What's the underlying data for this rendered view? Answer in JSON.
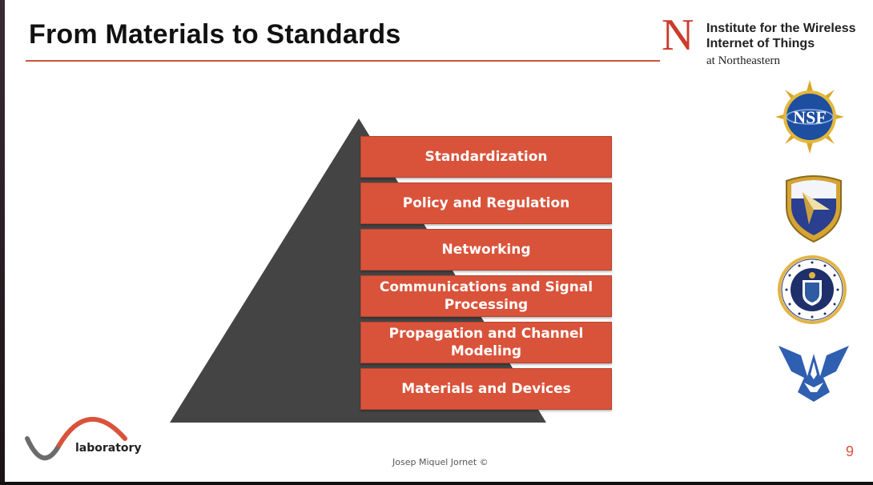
{
  "slide": {
    "title": "From Materials to Standards",
    "page_number": "9",
    "footer": "Josep Miquel Jornet ©"
  },
  "institute": {
    "logo_letter": "N",
    "line1": "Institute for the Wireless",
    "line2": "Internet of Things",
    "sub": "at Northeastern"
  },
  "pyramid_layers": [
    "Standardization",
    "Policy and Regulation",
    "Networking",
    "Communications and Signal Processing",
    "Propagation and Channel Modeling",
    "Materials and Devices"
  ],
  "sponsors": [
    {
      "icon": "nsf-seal-icon",
      "text": "NSF"
    },
    {
      "icon": "afrl-shield-icon"
    },
    {
      "icon": "afosr-seal-icon"
    },
    {
      "icon": "air-force-wings-icon"
    }
  ],
  "lab_logo": {
    "text": "laboratory"
  },
  "colors": {
    "accent": "#d9533a",
    "pyramid": "#444444",
    "northeastern_red": "#cc3b2b"
  }
}
